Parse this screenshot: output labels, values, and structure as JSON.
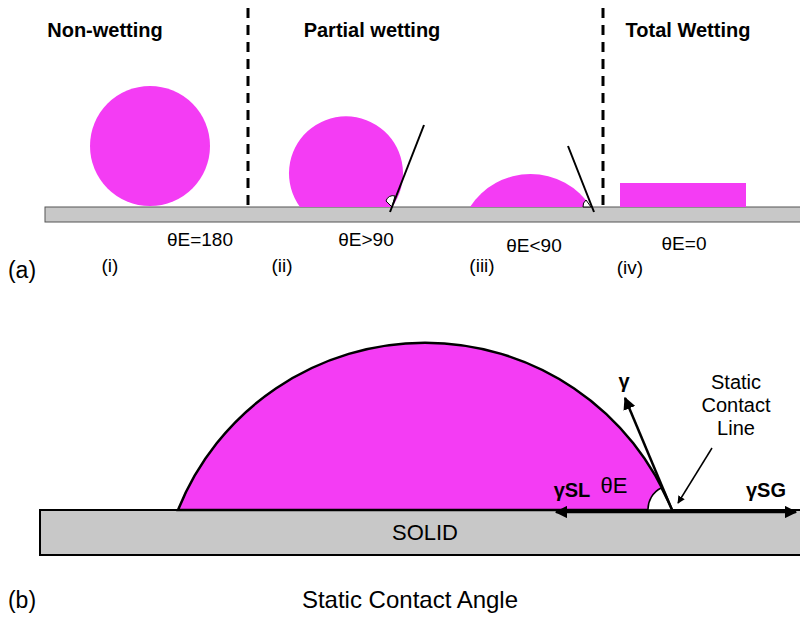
{
  "diagram": {
    "nodes": [
      {
        "text": [
          "SOLID"
        ]
      }
    ],
    "labels": [
      "Non-wetting",
      "Partial wetting",
      "Total Wetting",
      "θE=180",
      "(i)",
      "θE>90",
      "(ii)",
      "θE<90",
      "(iii)",
      "θE=0",
      "(iv)",
      "(a)",
      "γ",
      "γSL",
      "θE",
      "γSG",
      "Static Contact Line",
      "(b)",
      "Static Contact Angle"
    ]
  }
}
